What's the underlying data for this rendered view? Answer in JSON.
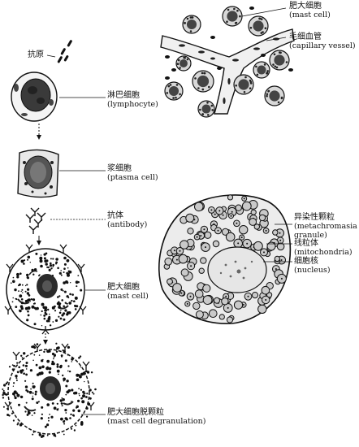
{
  "labels": {
    "antigen": {
      "zh": "抗原"
    },
    "lymphocyte": {
      "zh": "淋巴细胞",
      "en": "(lymphocyte)"
    },
    "plasma_cell": {
      "zh": "浆细胞",
      "en": "(ptasma cell)"
    },
    "antibody": {
      "zh": "抗体",
      "en": "(antibody)"
    },
    "mast_cell_left": {
      "zh": "肥大细胞",
      "en": "(mast cell)"
    },
    "degranulation": {
      "zh": "肥大细胞脱颗粒",
      "en": "(mast cell degranulation)"
    },
    "mast_cell_top": {
      "zh": "肥大细胞",
      "en": "(mast cell)"
    },
    "capillary": {
      "zh": "毛细血管",
      "en": "(capillary vessel)"
    },
    "metachromasia": {
      "zh": "异染性颗粒",
      "en": "(metachromasia granule)"
    },
    "mitochondria": {
      "zh": "线粒体",
      "en": "(mitochondria)"
    },
    "nucleus": {
      "zh": "细胞核",
      "en": "(nucleus)"
    }
  }
}
